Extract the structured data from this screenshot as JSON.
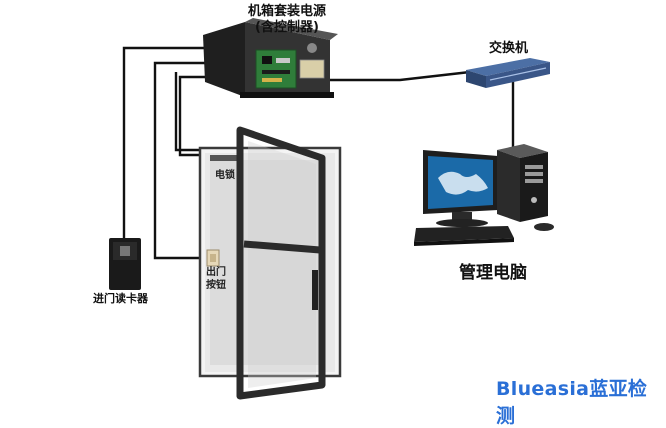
{
  "labels": {
    "psu_line1": "机箱套装电源",
    "psu_line2": "(含控制器)",
    "switch": "交换机",
    "pc": "管理电脑",
    "reader": "进门读卡器",
    "lock": "电锁",
    "exit_line1": "出门",
    "exit_line2": "按钮"
  },
  "watermark": {
    "brand": "Blueasia蓝亚检测"
  },
  "colors": {
    "wire": "#111111",
    "door_frame": "#2b2b2b",
    "psu_box": "#2e2e2e",
    "pcb": "#2f7d3a",
    "brand": "#2a6fd6"
  }
}
